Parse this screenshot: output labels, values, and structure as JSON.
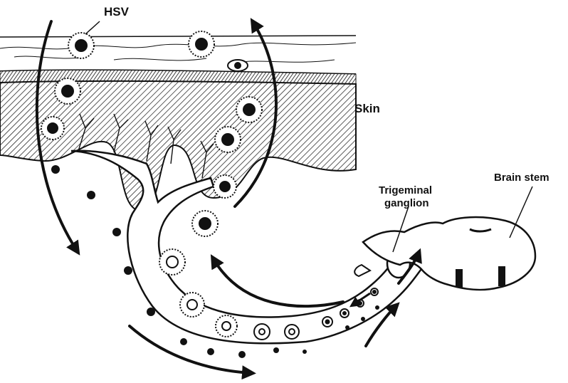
{
  "labels": {
    "hsv": "HSV",
    "skin": "Skin",
    "trigeminal": "Trigeminal",
    "ganglion": "ganglion",
    "brain_stem": "Brain stem"
  },
  "colors": {
    "ink": "#111111",
    "paper": "#ffffff"
  }
}
